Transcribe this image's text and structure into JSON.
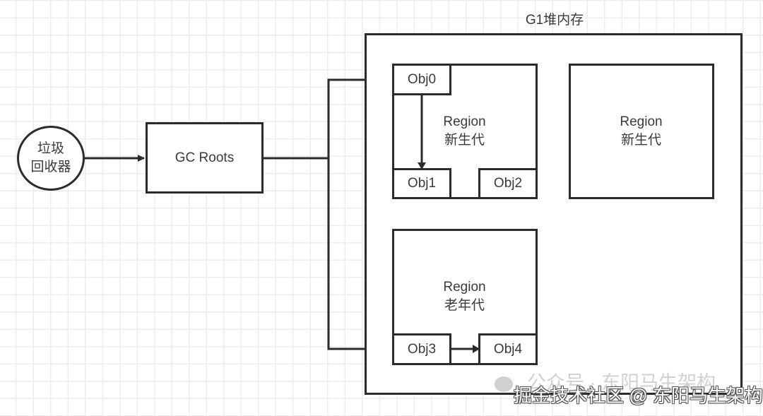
{
  "diagram": {
    "collector": {
      "label": "垃圾\n回收器"
    },
    "gc_roots": {
      "label": "GC Roots"
    },
    "heap": {
      "title": "G1堆内存",
      "regions": [
        {
          "id": "region-young-1",
          "title": "Region",
          "generation": "新生代",
          "objects": [
            "Obj0",
            "Obj1",
            "Obj2"
          ]
        },
        {
          "id": "region-young-2",
          "title": "Region",
          "generation": "新生代",
          "objects": []
        },
        {
          "id": "region-old-1",
          "title": "Region",
          "generation": "老年代",
          "objects": [
            "Obj3",
            "Obj4"
          ]
        }
      ]
    },
    "edges": [
      {
        "from": "垃圾回收器",
        "to": "GC Roots"
      },
      {
        "from": "GC Roots",
        "to": "Obj0"
      },
      {
        "from": "GC Roots",
        "to": "Obj3"
      },
      {
        "from": "Obj0",
        "to": "Obj1"
      },
      {
        "from": "Obj3",
        "to": "Obj4"
      }
    ],
    "colors": {
      "stroke": "#2b2b2b",
      "text": "#3a3a3a",
      "grid": "#ededed",
      "background": "#ffffff"
    }
  },
  "watermark": {
    "back_text": "公众号 · 东阳马生架构",
    "front_text": "掘金技术社区 @ 东阳马生架构"
  }
}
